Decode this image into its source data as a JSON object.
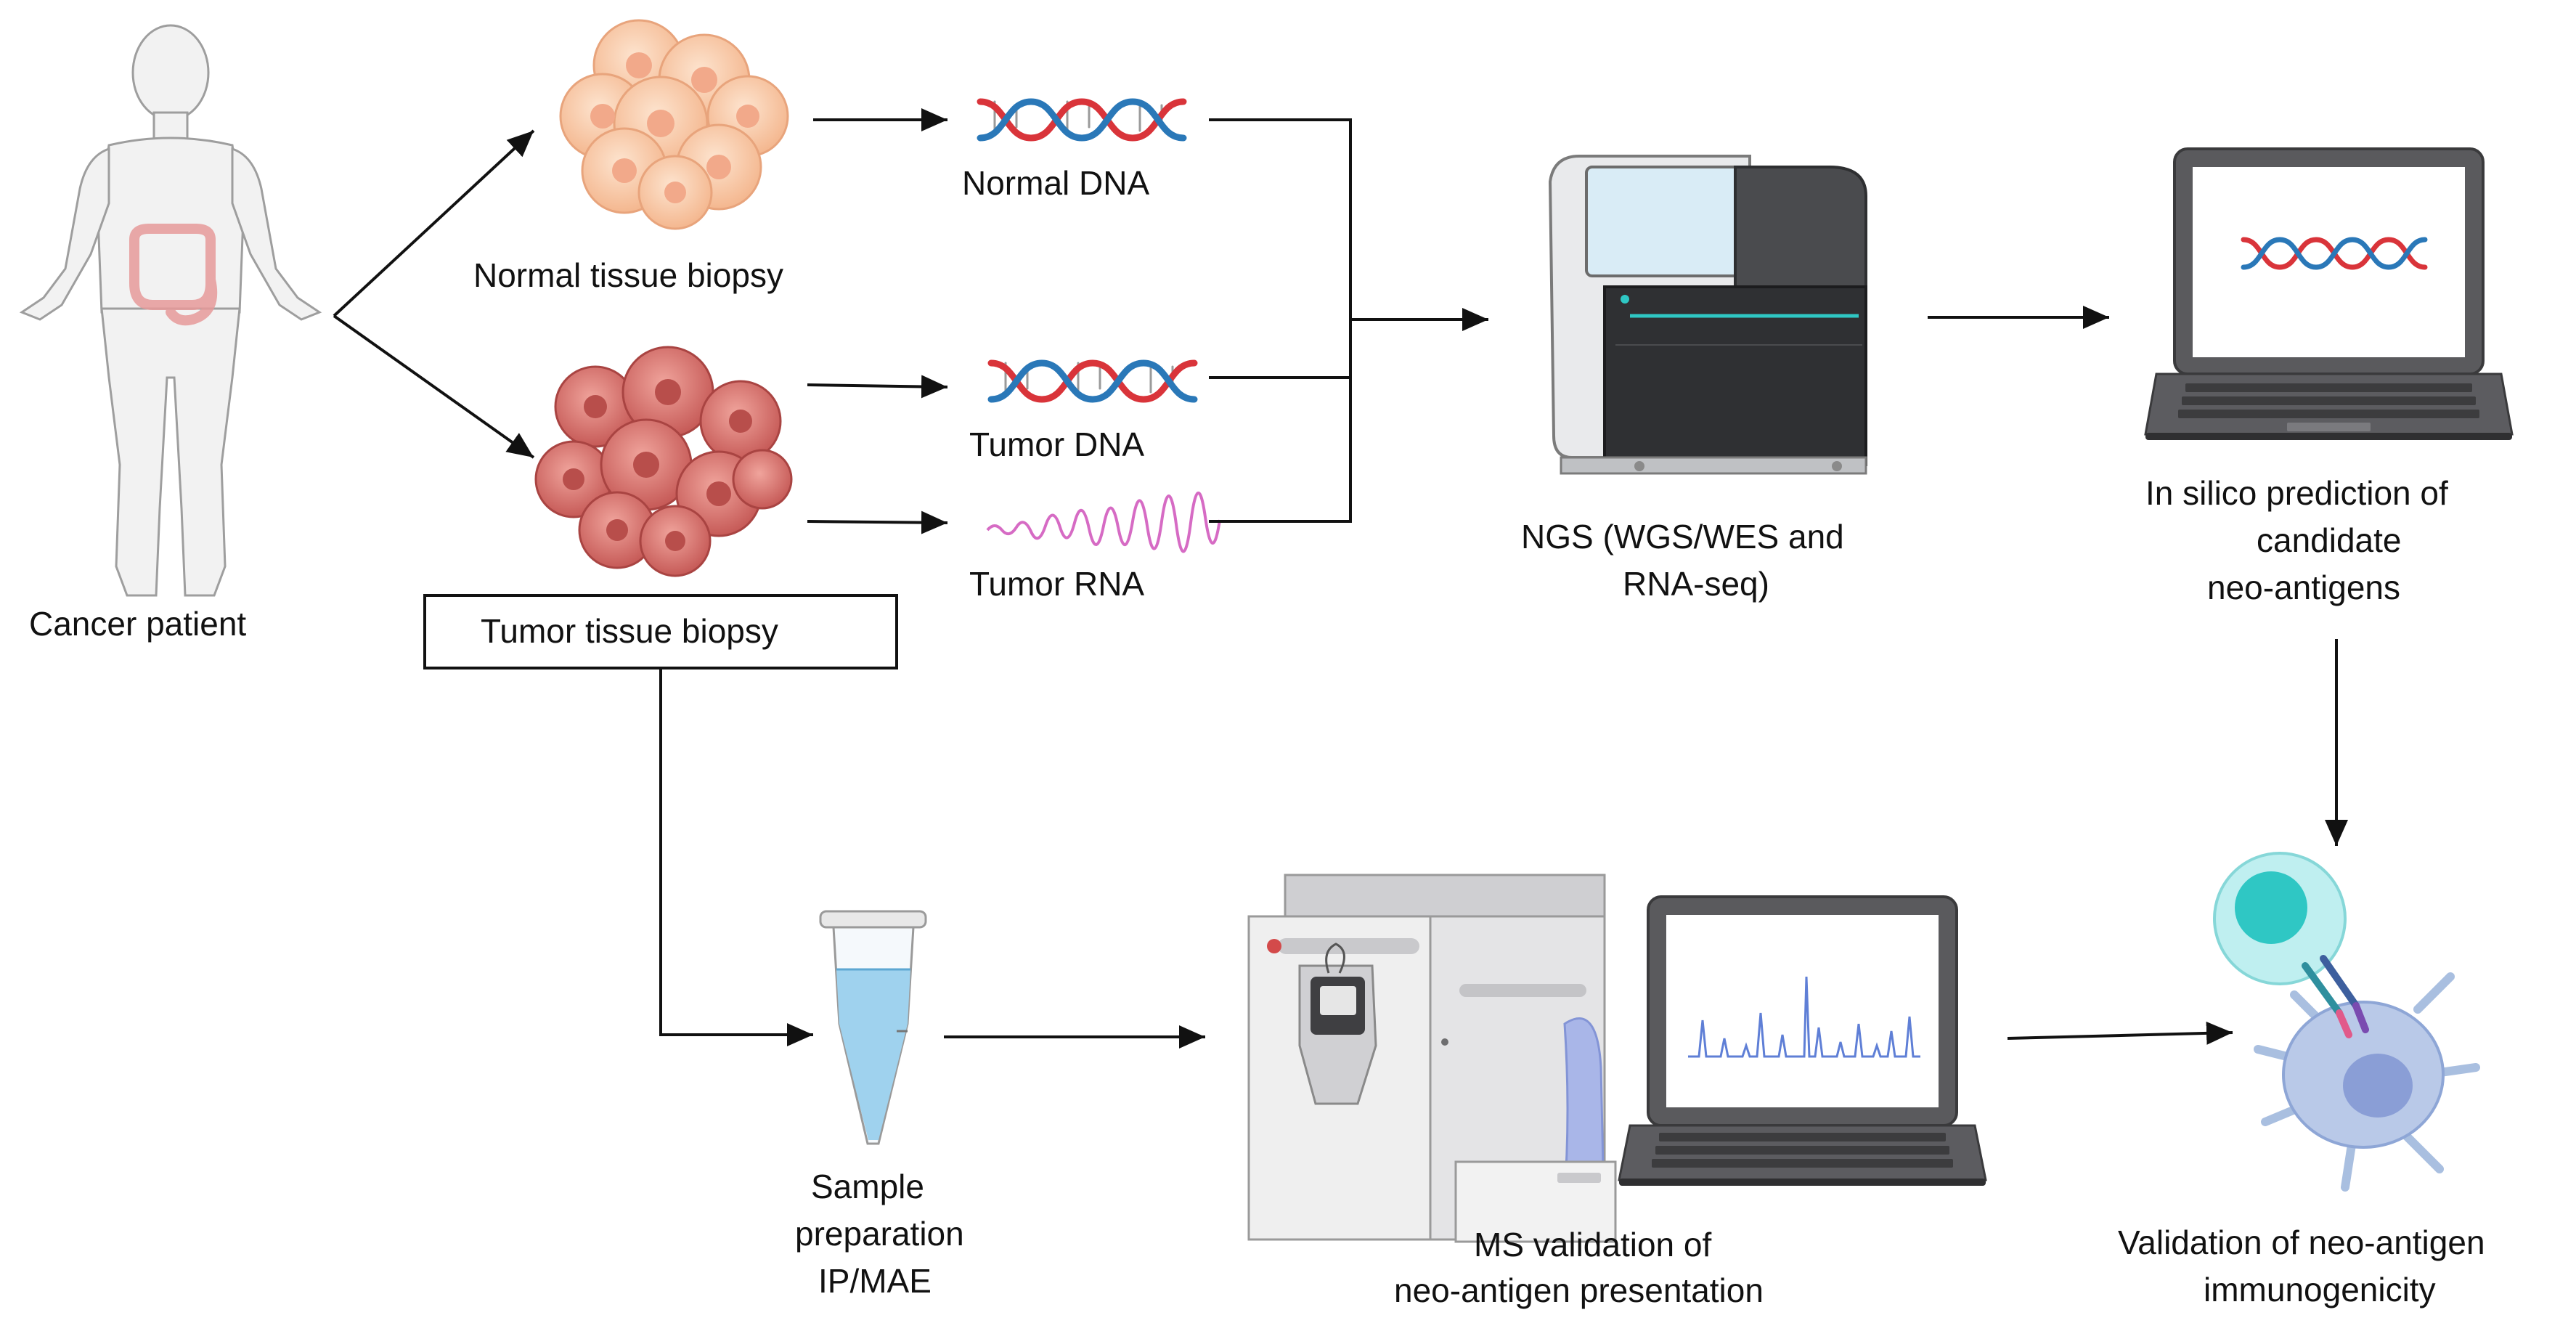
{
  "labels": {
    "cancer_patient": "Cancer patient",
    "normal_tissue_biopsy": "Normal tissue biopsy",
    "tumor_tissue_biopsy": "Tumor tissue biopsy",
    "normal_dna": "Normal DNA",
    "tumor_dna": "Tumor DNA",
    "tumor_rna": "Tumor RNA",
    "ngs_line1": "NGS (WGS/WES and",
    "ngs_line2": "RNA-seq)",
    "insilico_line1": "In silico prediction of",
    "insilico_line2": "candidate",
    "insilico_line3": "neo-antigens",
    "sample_line1": "Sample",
    "sample_line2": "preparation",
    "sample_line3": "IP/MAE",
    "ms_line1": "MS validation of",
    "ms_line2": "neo-antigen presentation",
    "immuno_line1": "Validation of neo-antigen",
    "immuno_line2": "immunogenicity"
  },
  "colors": {
    "arrow": "#111111",
    "dna_red": "#d9343a",
    "dna_blue": "#2a78b8",
    "rna_pink": "#d66bc4",
    "normal_cell": "#f7c6a3",
    "tumor_cell": "#d9756f",
    "device_dark": "#3c3c3e",
    "teal": "#2fc7c4",
    "liquid": "#9fd2ee",
    "spectrum": "#5f7fd6"
  }
}
